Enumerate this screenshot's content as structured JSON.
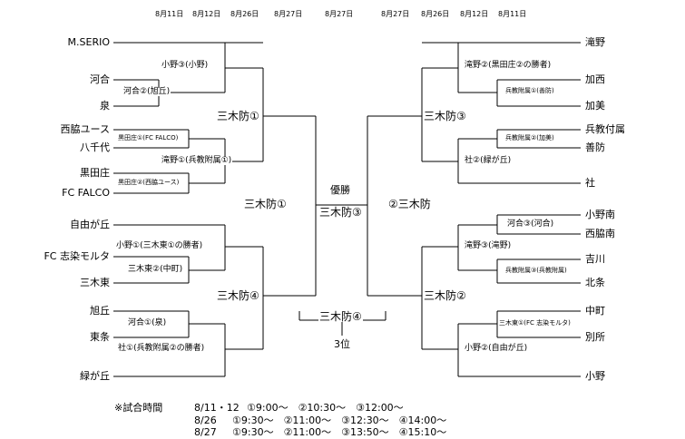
{
  "dates": {
    "left": [
      "8月11日",
      "8月12日",
      "8月26日",
      "8月27日"
    ],
    "center": "8月27日",
    "right": [
      "8月27日",
      "8月26日",
      "8月12日",
      "8月11日"
    ]
  },
  "left_teams": [
    "M.SERIO",
    "河合",
    "泉",
    "西脇ユース",
    "八千代",
    "黒田庄",
    "FC FALCO",
    "自由が丘",
    "FC 志染モルタ",
    "三木東",
    "旭丘",
    "東条",
    "緑が丘"
  ],
  "right_teams": [
    "滝野",
    "加西",
    "加美",
    "兵教付属",
    "善防",
    "社",
    "小野南",
    "西脇南",
    "吉川",
    "北条",
    "中町",
    "別所",
    "小野"
  ],
  "left_results": {
    "r1a": "河合②(旭丘)",
    "r1b": "黒田庄①(FC FALCO)",
    "r1c": "黒田庄②(西脇ユース)",
    "r1d": "三木東②(中町)",
    "r1e": "河合①(泉)",
    "r2a": "小野③(小野)",
    "r2b": "滝野①(兵教附属①)",
    "r2c": "小野①(三木東①の勝者)",
    "r2d": "社①(兵教附属②の勝者)",
    "r3a": "三木防①",
    "r3b": "三木防④",
    "semi": "三木防①"
  },
  "right_results": {
    "r1a": "兵教附属①(善防)",
    "r1b": "兵教附属②(加美)",
    "r1c": "河合③(河合)",
    "r1d": "兵教附属③(兵教附属)",
    "r1e": "三木東①(FC 志染モルタ)",
    "r2a": "滝野②(黒田庄②の勝者)",
    "r2b": "社②(緑が丘)",
    "r2c": "滝野③(滝野)",
    "r2d": "小野②(自由が丘)",
    "r3a": "三木防③",
    "r3b": "三木防②",
    "semi": "②三木防"
  },
  "final": {
    "label": "優勝",
    "winner": "三木防③"
  },
  "third": {
    "winner": "三木防④",
    "label": "3位"
  },
  "schedule": {
    "title": "※試合時間",
    "lines": [
      {
        "date": "8/11・12",
        "times": "①9:00～　②10:30～　③12:00～"
      },
      {
        "date": "8/26",
        "times": "①9:30～　②11:00～　③12:30～　④14:00～"
      },
      {
        "date": "8/27",
        "times": "①9:30～　②11:00～　③13:50～　④15:10～"
      }
    ]
  }
}
